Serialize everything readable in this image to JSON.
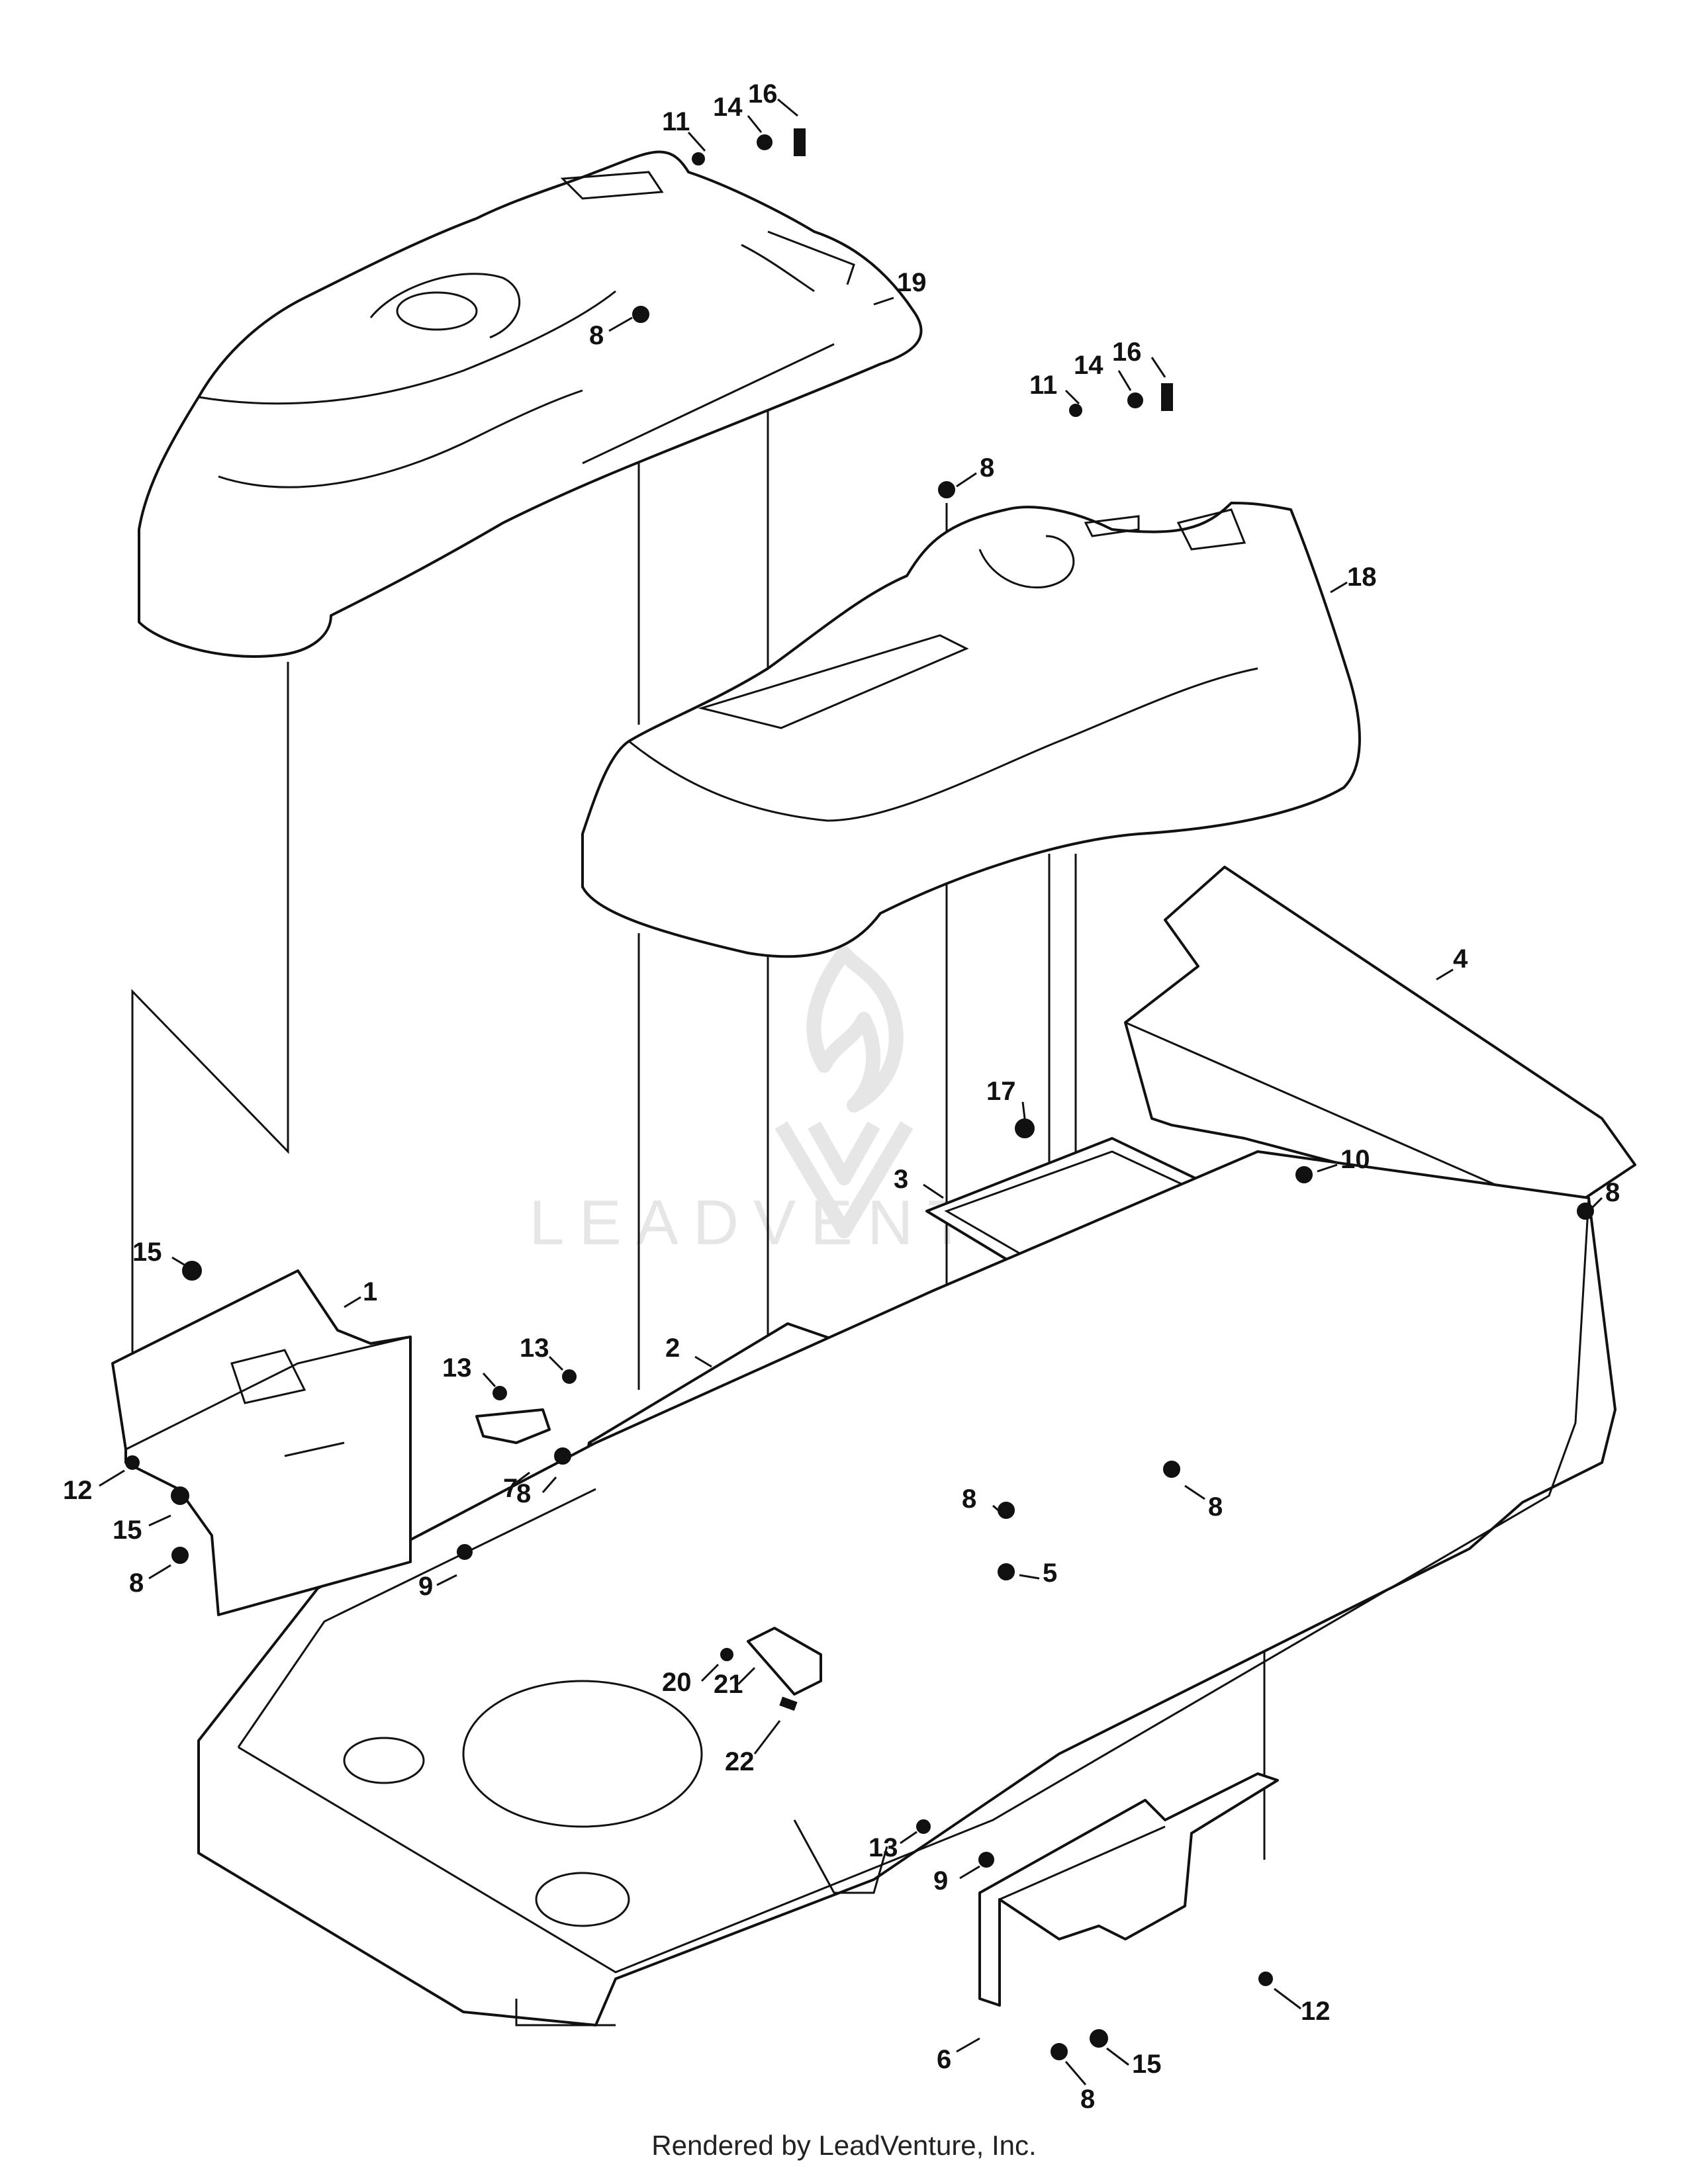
{
  "footer": {
    "credit": "Rendered by LeadVenture, Inc."
  },
  "watermark": {
    "text": "LEADVENTURE"
  },
  "callouts": [
    {
      "id": "c11a",
      "text": "11"
    },
    {
      "id": "c14a",
      "text": "14"
    },
    {
      "id": "c16a",
      "text": "16"
    },
    {
      "id": "c19",
      "text": "19"
    },
    {
      "id": "c8a",
      "text": "8"
    },
    {
      "id": "c11b",
      "text": "11"
    },
    {
      "id": "c14b",
      "text": "14"
    },
    {
      "id": "c16b",
      "text": "16"
    },
    {
      "id": "c8b",
      "text": "8"
    },
    {
      "id": "c18",
      "text": "18"
    },
    {
      "id": "c4",
      "text": "4"
    },
    {
      "id": "c17",
      "text": "17"
    },
    {
      "id": "c10",
      "text": "10"
    },
    {
      "id": "c3",
      "text": "3"
    },
    {
      "id": "c8c",
      "text": "8"
    },
    {
      "id": "c15a",
      "text": "15"
    },
    {
      "id": "c1",
      "text": "1"
    },
    {
      "id": "c13a",
      "text": "13"
    },
    {
      "id": "c13b",
      "text": "13"
    },
    {
      "id": "c2",
      "text": "2"
    },
    {
      "id": "c12a",
      "text": "12"
    },
    {
      "id": "c7",
      "text": "7"
    },
    {
      "id": "c8d",
      "text": "8"
    },
    {
      "id": "c15b",
      "text": "15"
    },
    {
      "id": "c8e",
      "text": "8"
    },
    {
      "id": "c9a",
      "text": "9"
    },
    {
      "id": "c8f",
      "text": "8"
    },
    {
      "id": "c5",
      "text": "5"
    },
    {
      "id": "c8g",
      "text": "8"
    },
    {
      "id": "c20",
      "text": "20"
    },
    {
      "id": "c21",
      "text": "21"
    },
    {
      "id": "c22",
      "text": "22"
    },
    {
      "id": "c13c",
      "text": "13"
    },
    {
      "id": "c9b",
      "text": "9"
    },
    {
      "id": "c12b",
      "text": "12"
    },
    {
      "id": "c6",
      "text": "6"
    },
    {
      "id": "c15c",
      "text": "15"
    },
    {
      "id": "c8h",
      "text": "8"
    }
  ]
}
